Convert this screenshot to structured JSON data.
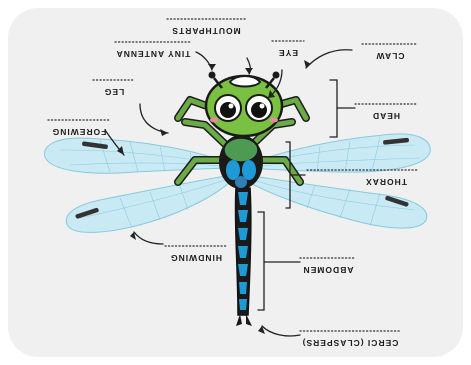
{
  "colors": {
    "background": "#ffffff",
    "card": "#f0f0f0",
    "wing_fill": "#bfe7f3",
    "wing_vein": "#8ccde0",
    "body_blue": "#1e9ad6",
    "body_dark": "#1a1a1a",
    "thorax_green": "#4d9b53",
    "head_green": "#7ac142",
    "leg_green": "#6bab45"
  },
  "labels": {
    "mouthparts": "MOUTHPARTS",
    "tiny_antenna": "TINY ANTENNA",
    "eye": "EYE",
    "claw": "CLAW",
    "leg": "LEG",
    "head": "HEAD",
    "forewing": "FOREWING",
    "thorax": "THORAX",
    "hindwing": "HINDWING",
    "abdomen": "ABDOMEN",
    "cerci": "CERCI (CLASPERS)"
  }
}
